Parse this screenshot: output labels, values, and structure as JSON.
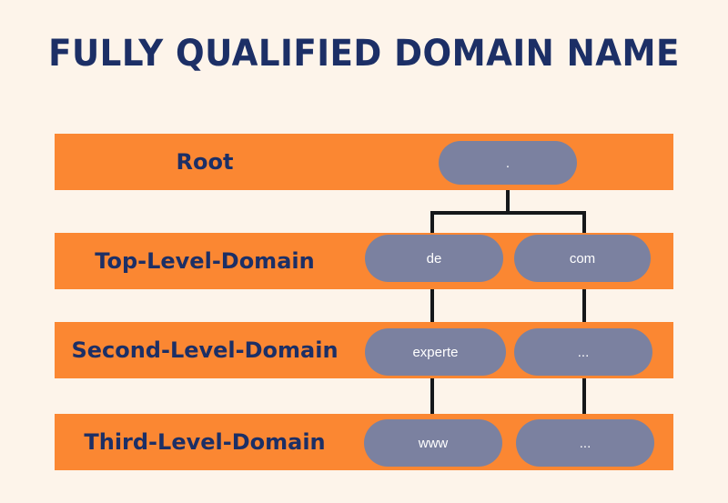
{
  "page": {
    "title": "FULLY QUALIFIED DOMAIN NAME",
    "background_color": "#fdf4ea",
    "title_color": "#1c2f66",
    "band_color": "#fb8732",
    "node_color": "#7b81a0",
    "line_color": "#15171a"
  },
  "diagram": {
    "type": "tree",
    "levels": [
      {
        "label": "Root",
        "nodes": [
          {
            "text": "."
          }
        ]
      },
      {
        "label": "Top-Level-Domain",
        "nodes": [
          {
            "text": "de"
          },
          {
            "text": "com"
          }
        ]
      },
      {
        "label": "Second-Level-Domain",
        "nodes": [
          {
            "text": "experte"
          },
          {
            "text": "..."
          }
        ]
      },
      {
        "label": "Third-Level-Domain",
        "nodes": [
          {
            "text": "www"
          },
          {
            "text": "..."
          }
        ]
      }
    ]
  }
}
